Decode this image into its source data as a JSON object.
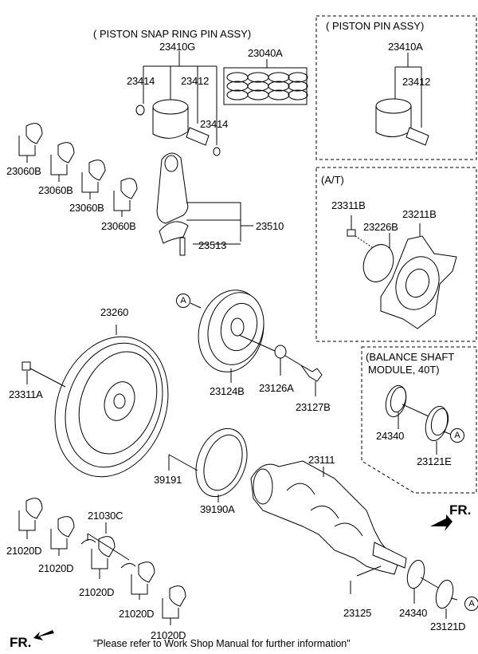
{
  "groups": {
    "piston_snap_ring_pin_assy": "( PISTON  SNAP RING  PIN ASSY)",
    "piston_pin_assy": "( PISTON  PIN ASSY)",
    "automatic_transmission": "(A/T)",
    "balance_shaft_line1": "(BALANCE SHAFT",
    "balance_shaft_line2": "MODULE, 40T)"
  },
  "parts": {
    "p23410G": "23410G",
    "p23040A": "23040A",
    "p23414a": "23414",
    "p23412a": "23412",
    "p23414b": "23414",
    "p23410A": "23410A",
    "p23412b": "23412",
    "p23060B_1": "23060B",
    "p23060B_2": "23060B",
    "p23060B_3": "23060B",
    "p23060B_4": "23060B",
    "p23510": "23510",
    "p23513": "23513",
    "p23311B": "23311B",
    "p23226B": "23226B",
    "p23211B": "23211B",
    "p23260": "23260",
    "p23311A": "23311A",
    "p23124B": "23124B",
    "p23126A": "23126A",
    "p23127B": "23127B",
    "p24340a": "24340",
    "p23121E": "23121E",
    "p39191": "39191",
    "p39190A": "39190A",
    "p23111": "23111",
    "p21030C": "21030C",
    "p21020D_1": "21020D",
    "p21020D_2": "21020D",
    "p21020D_3": "21020D",
    "p21020D_4": "21020D",
    "p21020D_5": "21020D",
    "p23125": "23125",
    "p24340b": "24340",
    "p23121D": "23121D"
  },
  "reference_markers": {
    "a1": "A",
    "a2": "A",
    "a3": "A"
  },
  "direction": {
    "front_top": "FR.",
    "front_bottom": "FR."
  },
  "footer_note": "\"Please refer to Work Shop Manual for further information\""
}
